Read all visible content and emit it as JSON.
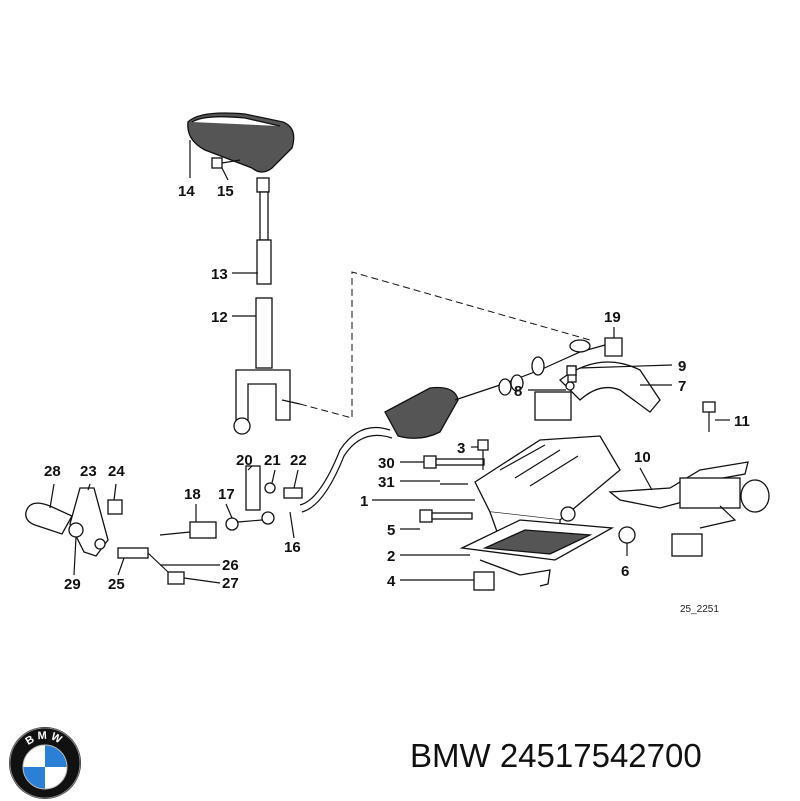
{
  "brand": {
    "logo_letters": "BMW"
  },
  "diagram": {
    "reference_code": "25_2251",
    "callouts": [
      "1",
      "2",
      "3",
      "4",
      "5",
      "6",
      "7",
      "8",
      "9",
      "10",
      "11",
      "12",
      "13",
      "14",
      "15",
      "16",
      "17",
      "18",
      "19",
      "20",
      "21",
      "22",
      "23",
      "24",
      "25",
      "26",
      "27",
      "28",
      "29",
      "30",
      "31"
    ]
  },
  "footer": {
    "brand": "BMW",
    "part_number": "24517542700"
  },
  "colors": {
    "logo_blue": "#2b7fd4",
    "logo_ring": "#111111"
  }
}
